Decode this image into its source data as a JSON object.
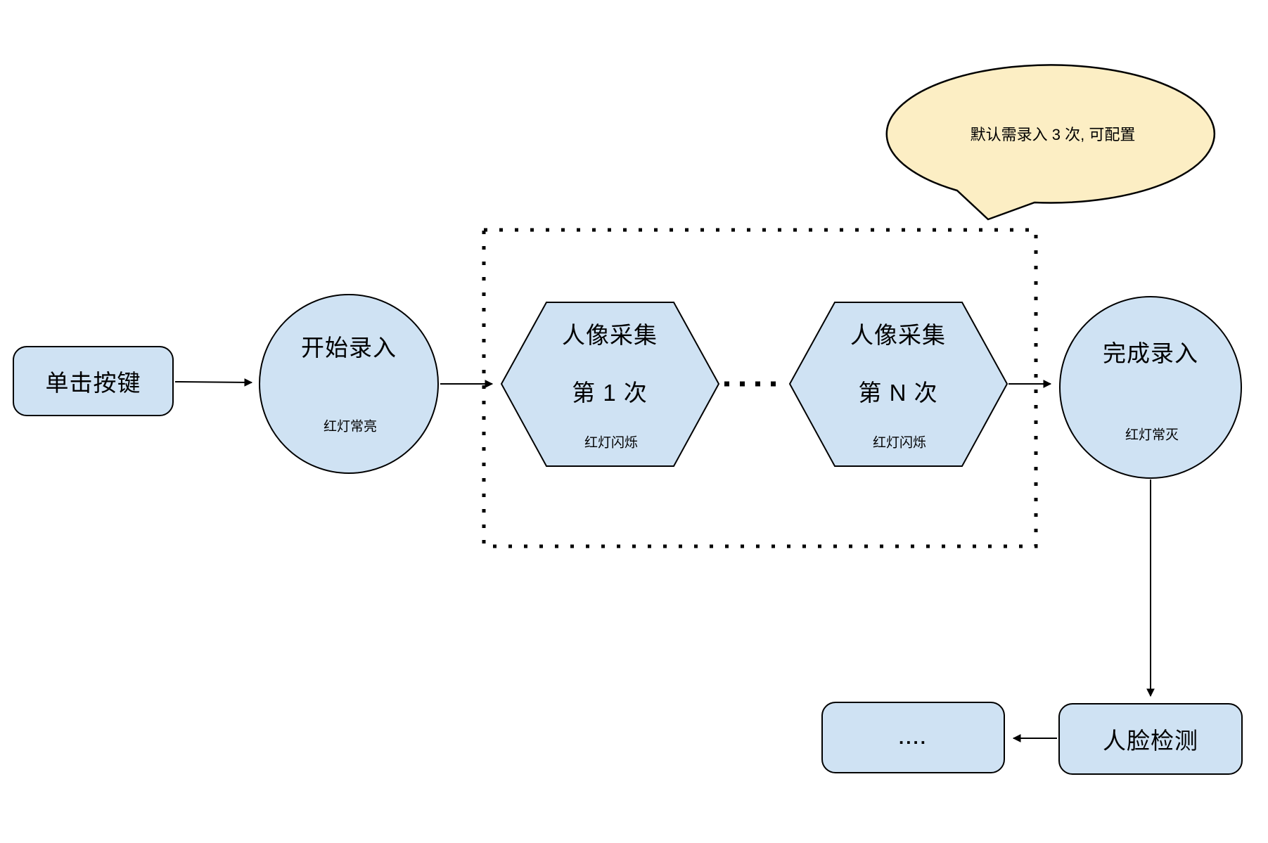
{
  "colors": {
    "node_fill": "#CFE2F3",
    "node_stroke": "#000000",
    "callout_fill": "#FCEEC4",
    "connector": "#000000",
    "background": "#FFFFFF"
  },
  "nodes": {
    "click_button": {
      "label": "单击按键"
    },
    "start_enroll": {
      "label": "开始录入",
      "sublabel": "红灯常亮"
    },
    "capture_first": {
      "line1": "人像采集",
      "line2": "第 1 次",
      "sublabel": "红灯闪烁"
    },
    "capture_nth": {
      "line1": "人像采集",
      "line2": "第 N 次",
      "sublabel": "红灯闪烁"
    },
    "finish_enroll": {
      "label": "完成录入",
      "sublabel": "红灯常灭"
    },
    "face_detect": {
      "label": "人脸检测"
    },
    "more": {
      "label": "...."
    }
  },
  "callout": {
    "text": "默认需录入 3 次, 可配置"
  }
}
